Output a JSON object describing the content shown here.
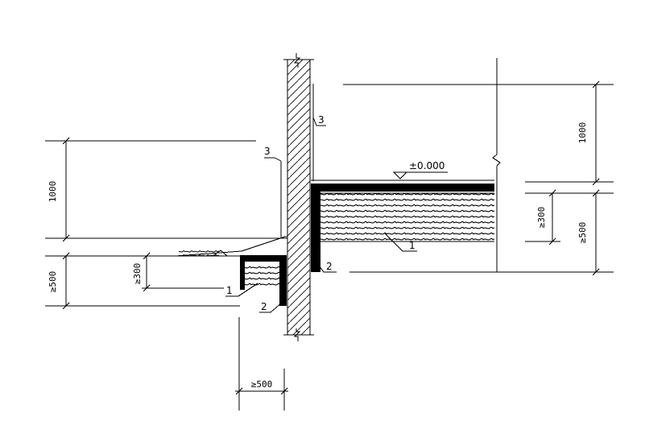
{
  "drawing": {
    "elevation_label": "±0.000",
    "leader_labels": {
      "left_insulation": "1",
      "left_membrane": "2",
      "left_wall_finish": "3",
      "right_insulation": "1",
      "right_membrane": "2",
      "right_wall_finish": "3"
    },
    "dimensions": {
      "left_height": "1000",
      "left_depth": "≥500",
      "left_fill": "≥300",
      "bottom_width": "≥500",
      "right_height": "1000",
      "right_fill": "≥300",
      "right_depth": "≥500"
    }
  }
}
